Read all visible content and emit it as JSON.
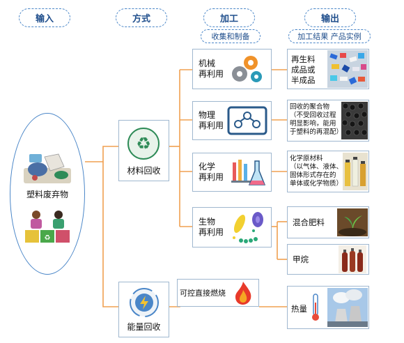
{
  "headers": {
    "input": "输入",
    "method": "方式",
    "process": "加工",
    "output": "输出",
    "process_sub": "收集和制备",
    "output_sub": "加工结果  产品实例"
  },
  "input": {
    "label": "塑料废弃物"
  },
  "methods": {
    "material": "材料回收",
    "energy": "能量回收"
  },
  "processes": {
    "mechanical": [
      "机械",
      "再利用"
    ],
    "physical": [
      "物理",
      "再利用"
    ],
    "chemical": [
      "化学",
      "再利用"
    ],
    "biological": [
      "生物",
      "再利用"
    ],
    "combustion": "可控直接燃烧"
  },
  "outputs": {
    "mechanical": [
      "再生料",
      "成品或",
      "半成品"
    ],
    "physical": [
      "回收的聚合物",
      "（不受回收过程",
      "明显影响，能用",
      "于塑料的再混配）"
    ],
    "chemical": [
      "化学原材料",
      "（以气体、液体、",
      "固体形式存在的",
      "单体或化学物质）"
    ],
    "compost": "混合肥料",
    "methane": "甲烷",
    "heat": "热量"
  },
  "colors": {
    "connector": "#f0a050",
    "accent": "#4a86c8",
    "title": "#1f4e8c"
  }
}
